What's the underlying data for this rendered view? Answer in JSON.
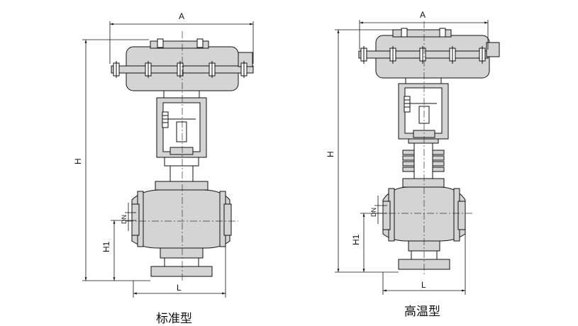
{
  "left_valve": {
    "caption": "标准型",
    "dims": {
      "width": "A",
      "height": "H",
      "inlet_height": "H1",
      "nominal_diameter": "DN",
      "length": "L"
    }
  },
  "right_valve": {
    "caption": "高温型",
    "dims": {
      "width": "A",
      "height": "H",
      "inlet_height": "H1",
      "nominal_diameter": "DN",
      "length": "L"
    }
  },
  "colors": {
    "line": "#111111",
    "fill": "#d4d4d4"
  }
}
